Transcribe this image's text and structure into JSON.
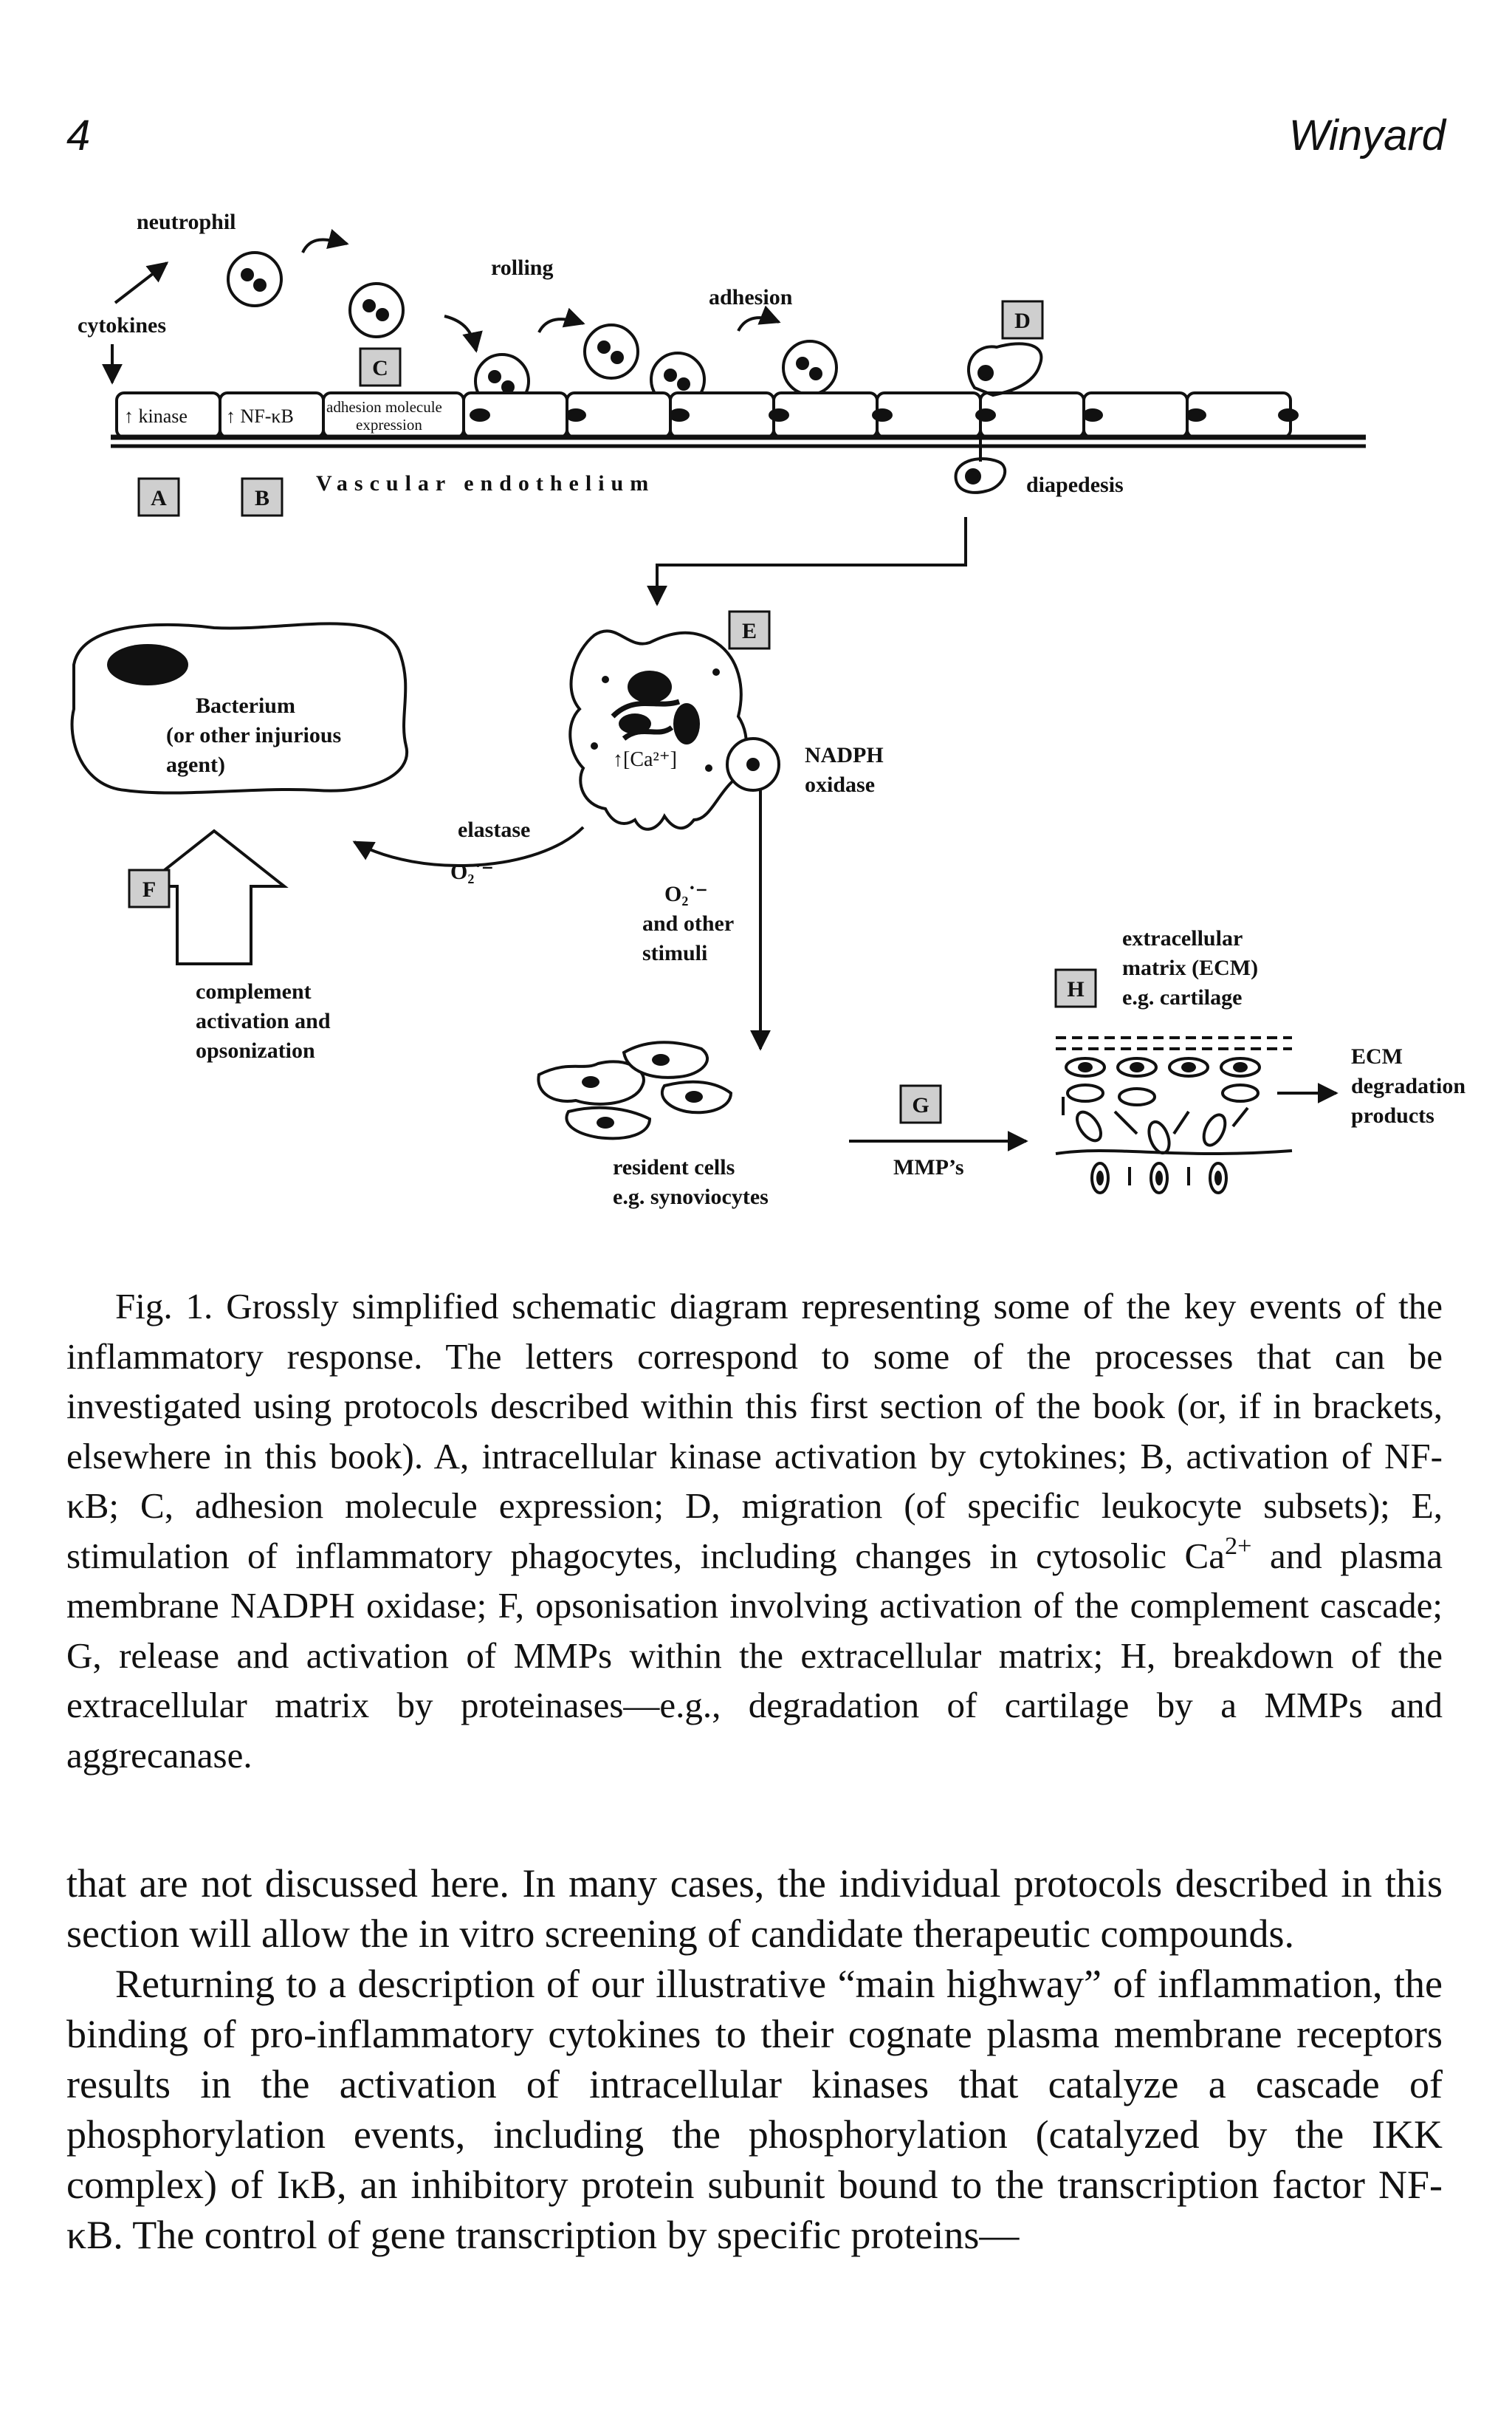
{
  "header": {
    "page_number": "4",
    "author": "Winyard"
  },
  "figure": {
    "labels": {
      "neutrophil": "neutrophil",
      "cytokines": "cytokines",
      "rolling": "rolling",
      "adhesion": "adhesion",
      "kinase": "↑ kinase",
      "nfkb": "↑ NF-κB",
      "adhesion_expr_1": "adhesion molecule",
      "adhesion_expr_2": "expression",
      "vascular_endothelium": "Vascular endothelium",
      "diapedesis": "diapedesis",
      "bacterium_1": "Bacterium",
      "bacterium_2": "(or other injurious",
      "bacterium_3": "agent)",
      "ca": "↑[Ca²⁺]",
      "nadph_1": "NADPH",
      "nadph_2": "oxidase",
      "elastase": "elastase",
      "o2_left": "O₂˙⁻",
      "o2_mid": "O₂˙⁻",
      "other_stimuli_1": "and other",
      "other_stimuli_2": "stimuli",
      "complement_1": "complement",
      "complement_2": "activation and",
      "complement_3": "opsonization",
      "ecm_1": "extracellular",
      "ecm_2": "matrix (ECM)",
      "ecm_3": "e.g. cartilage",
      "ecm_deg_1": "ECM",
      "ecm_deg_2": "degradation",
      "ecm_deg_3": "products",
      "resident_1": "resident cells",
      "resident_2": "e.g. synoviocytes",
      "mmps": "MMP’s"
    },
    "letters": {
      "A": "A",
      "B": "B",
      "C": "C",
      "D": "D",
      "E": "E",
      "F": "F",
      "G": "G",
      "H": "H"
    }
  },
  "caption": {
    "part1": "Fig. 1. Grossly simplified schematic diagram representing some of the key events of the inflammatory response. The letters correspond to some of the processes that can be investigated using protocols described within this first section of the book (or, if in brackets, elsewhere in this book). A, intracellular kinase activation by cytokines; B, activation of NF-κB; C, adhesion molecule expression; D, migration (of specific leu­kocyte subsets); E, stimulation of inflammatory phagocytes, including changes in cytosolic Ca",
    "sup": "2+",
    "part2": " and plasma membrane NADPH oxidase; F, opsonisation involving activation of the complement cascade; G, release and activation of MMPs within the extracellular matrix; H, breakdown of the extracellular matrix by proteinases—e.g., degradation of cartilage by a MMPs and aggrecanase."
  },
  "body": {
    "para1": "that are not discussed here. In many cases, the individual protocols described in this section will allow the in vitro screening of candidate therapeutic com­pounds.",
    "para2": "Returning to a description of our illustrative “main highway” of inflamma­tion, the binding of pro-inflammatory cytokines to their cognate plasma mem­brane receptors results in the activation of intracellular kinases that catalyze a cascade of phosphorylation events, including the phosphorylation (catalyzed by the IKK complex) of IκB, an inhibitory protein subunit bound to the tran­scription factor NF-κB. The control of gene transcription by specific proteins—"
  }
}
